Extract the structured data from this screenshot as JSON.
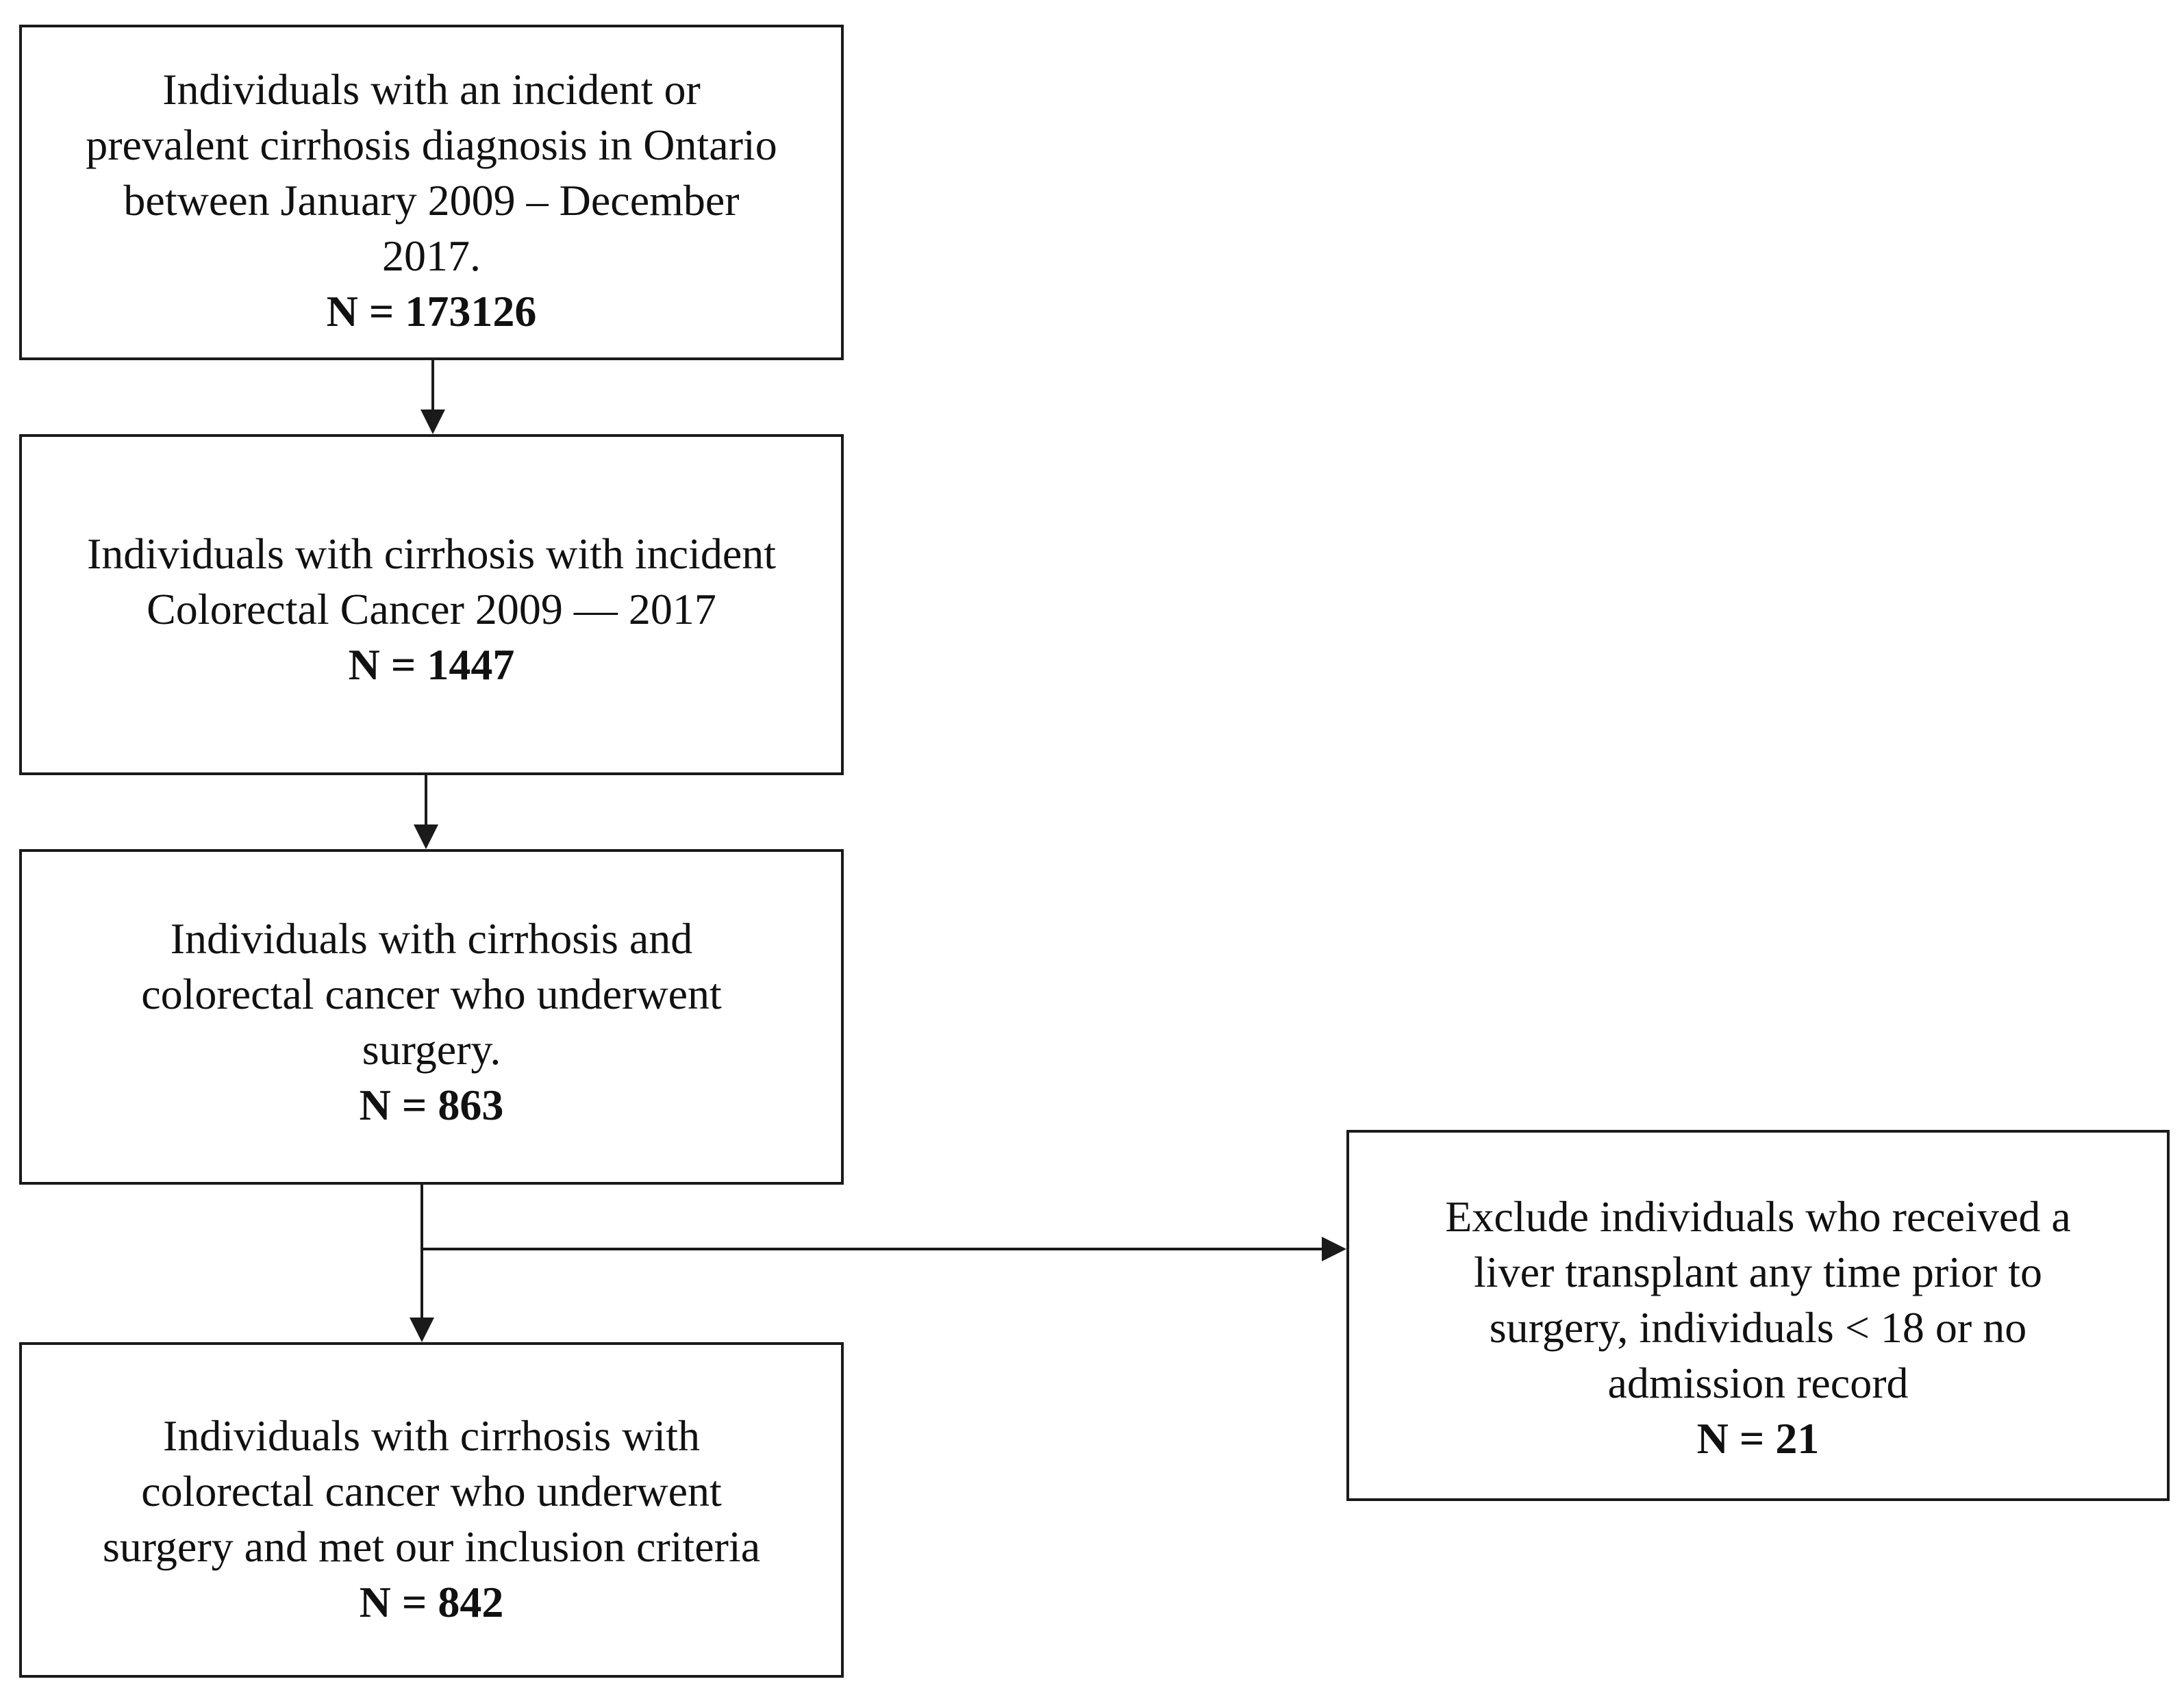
{
  "flow": {
    "step1": {
      "lines": [
        "Individuals with an incident or",
        "prevalent cirrhosis diagnosis in Ontario",
        "between January 2009 – December",
        "2017."
      ],
      "count": "N =  173126"
    },
    "step2": {
      "lines": [
        "Individuals with cirrhosis with incident",
        "Colorectal Cancer 2009 — 2017"
      ],
      "count": "N =  1447"
    },
    "step3": {
      "lines": [
        "Individuals with cirrhosis and",
        "colorectal cancer who underwent",
        "surgery."
      ],
      "count": "N = 863"
    },
    "step4": {
      "lines": [
        "Individuals with cirrhosis with",
        "colorectal cancer who underwent",
        "surgery and met our inclusion criteria"
      ],
      "count": "N = 842"
    },
    "exclusion": {
      "lines": [
        "Exclude individuals who received a",
        "liver transplant any time prior to",
        "surgery, individuals < 18 or no",
        "admission record"
      ],
      "count": "N = 21"
    }
  },
  "colors": {
    "border": "#1a1a1a",
    "text": "#111111",
    "background": "#ffffff"
  }
}
